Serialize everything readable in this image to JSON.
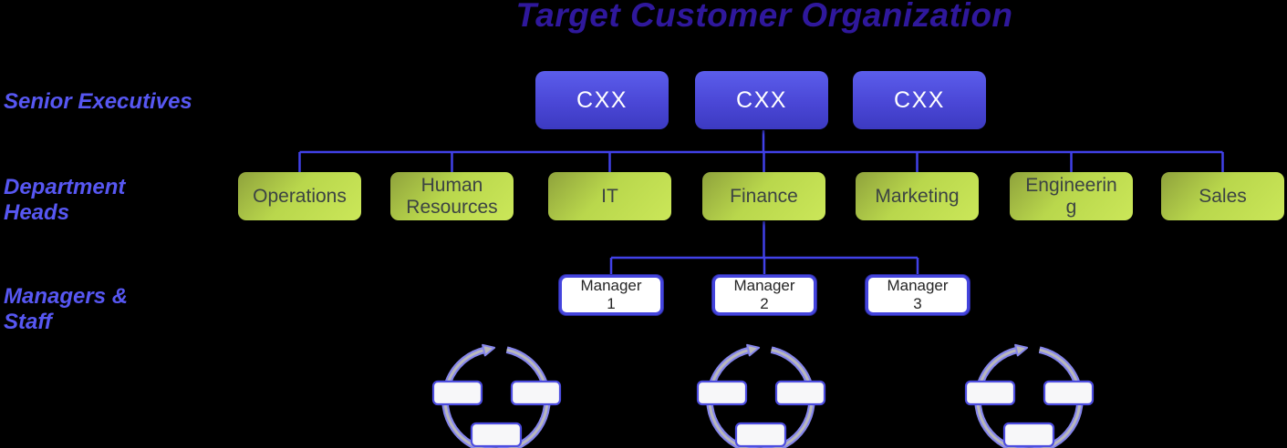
{
  "title": "Target Customer Organization",
  "rows": [
    {
      "label": "Senior Executives"
    },
    {
      "label": "Department Heads"
    },
    {
      "label": "Managers & Staff"
    }
  ],
  "executives": [
    {
      "label": "CXX"
    },
    {
      "label": "CXX"
    },
    {
      "label": "CXX"
    }
  ],
  "departments": [
    {
      "label": "Operations"
    },
    {
      "label": "Human Resources"
    },
    {
      "label": "IT"
    },
    {
      "label": "Finance"
    },
    {
      "label": "Marketing"
    },
    {
      "label": "Engineering"
    },
    {
      "label": "Sales"
    }
  ],
  "managers": [
    {
      "label": "Manager 1"
    },
    {
      "label": "Manager 2"
    },
    {
      "label": "Manager 3"
    }
  ],
  "cycle_diagrams": {
    "count": 3,
    "textboxes_per_cycle": 3,
    "textbox_text": ""
  },
  "colors": {
    "background": "#000000",
    "title": "#2f189c",
    "row_label": "#5757f2",
    "connector": "#4141e8",
    "executive_box_top": "#5b5deb",
    "executive_box_bottom": "#3c3ac1",
    "department_box_dark": "#8fa23c",
    "department_box_light": "#cbe759",
    "manager_border": "#4444dd",
    "cycle_arc_outer": "#8686ec",
    "cycle_arc_inner": "#b9b9ba"
  }
}
